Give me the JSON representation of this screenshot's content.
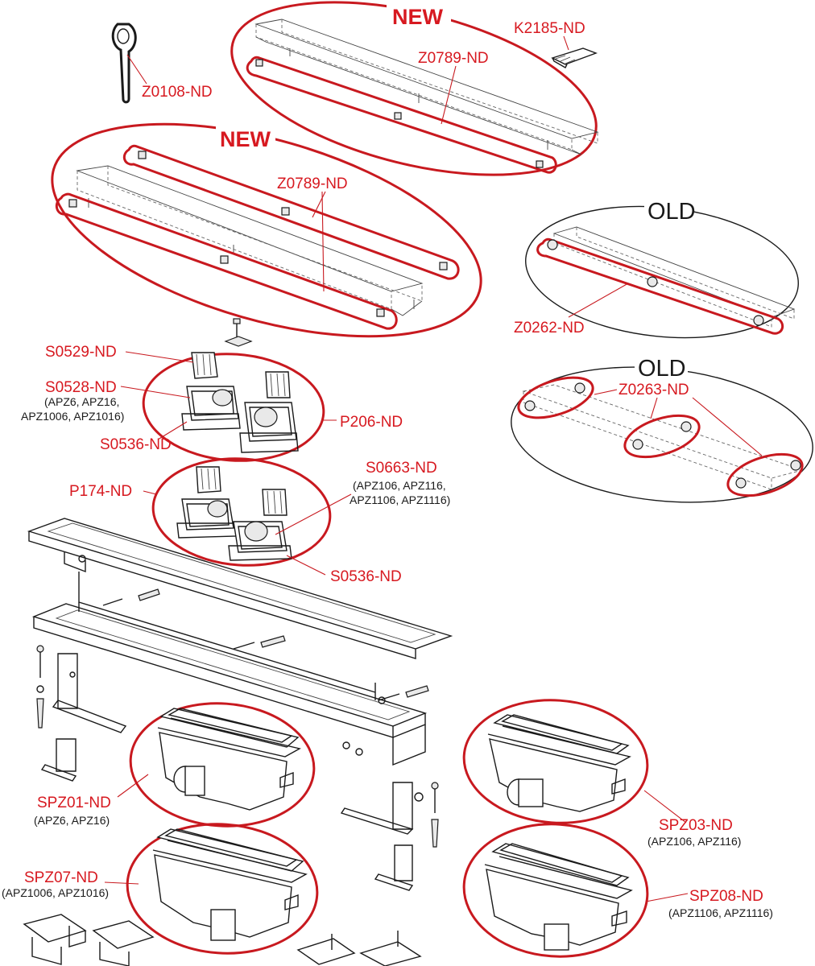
{
  "badges": {
    "new_top": "NEW",
    "new_mid": "NEW",
    "old_top": "OLD",
    "old_bottom": "OLD"
  },
  "parts": {
    "z0108": "Z0108-ND",
    "k2185": "K2185-ND",
    "z0789_top": "Z0789-ND",
    "z0789_mid": "Z0789-ND",
    "z0262": "Z0262-ND",
    "z0263": "Z0263-ND",
    "s0529": "S0529-ND",
    "s0528": "S0528-ND",
    "s0528_note_1": "(APZ6, APZ16,",
    "s0528_note_2": "APZ1006, APZ1016)",
    "s0536_top": "S0536-ND",
    "p206": "P206-ND",
    "p174": "P174-ND",
    "s0663": "S0663-ND",
    "s0663_note_1": "(APZ106, APZ116,",
    "s0663_note_2": "APZ1106, APZ1116)",
    "s0536_bottom": "S0536-ND",
    "spz01": "SPZ01-ND",
    "spz01_note": "(APZ6, APZ16)",
    "spz03": "SPZ03-ND",
    "spz03_note": "(APZ106, APZ116)",
    "spz07": "SPZ07-ND",
    "spz07_note": "(APZ1006, APZ1016)",
    "spz08": "SPZ08-ND",
    "spz08_note": "(APZ1106, APZ1116)"
  },
  "colors": {
    "accent_red": "#c8191f",
    "label_red": "#d71920",
    "line_black": "#1a1a1a"
  }
}
